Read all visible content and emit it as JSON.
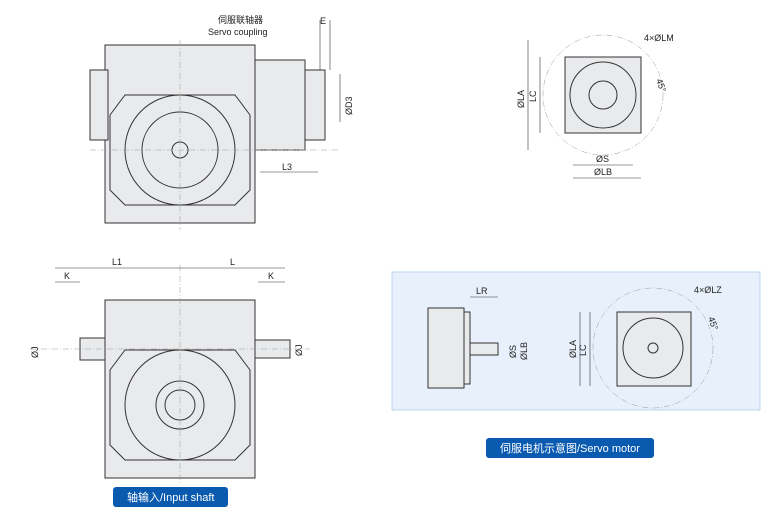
{
  "top_left": {
    "coupling_cn": "伺服联轴器",
    "coupling_en": "Servo coupling",
    "E": "E",
    "D3": "ØD3",
    "L3": "L3"
  },
  "top_right": {
    "LM": "4×ØLM",
    "angle": "45°",
    "LA": "ØLA",
    "LC": "LC",
    "S": "ØS",
    "LB": "ØLB"
  },
  "bottom_left": {
    "L1": "L1",
    "L": "L",
    "K1": "K",
    "K2": "K",
    "J1": "ØJ",
    "J2": "ØJ",
    "caption": "轴输入/Input shaft"
  },
  "servo_panel": {
    "LR": "LR",
    "S": "ØS",
    "LB": "ØLB",
    "LA": "ØLA",
    "LC": "LC",
    "LZ": "4×ØLZ",
    "angle": "45°",
    "caption": "伺服电机示意图/Servo motor",
    "bg": "#e8f1fb"
  }
}
